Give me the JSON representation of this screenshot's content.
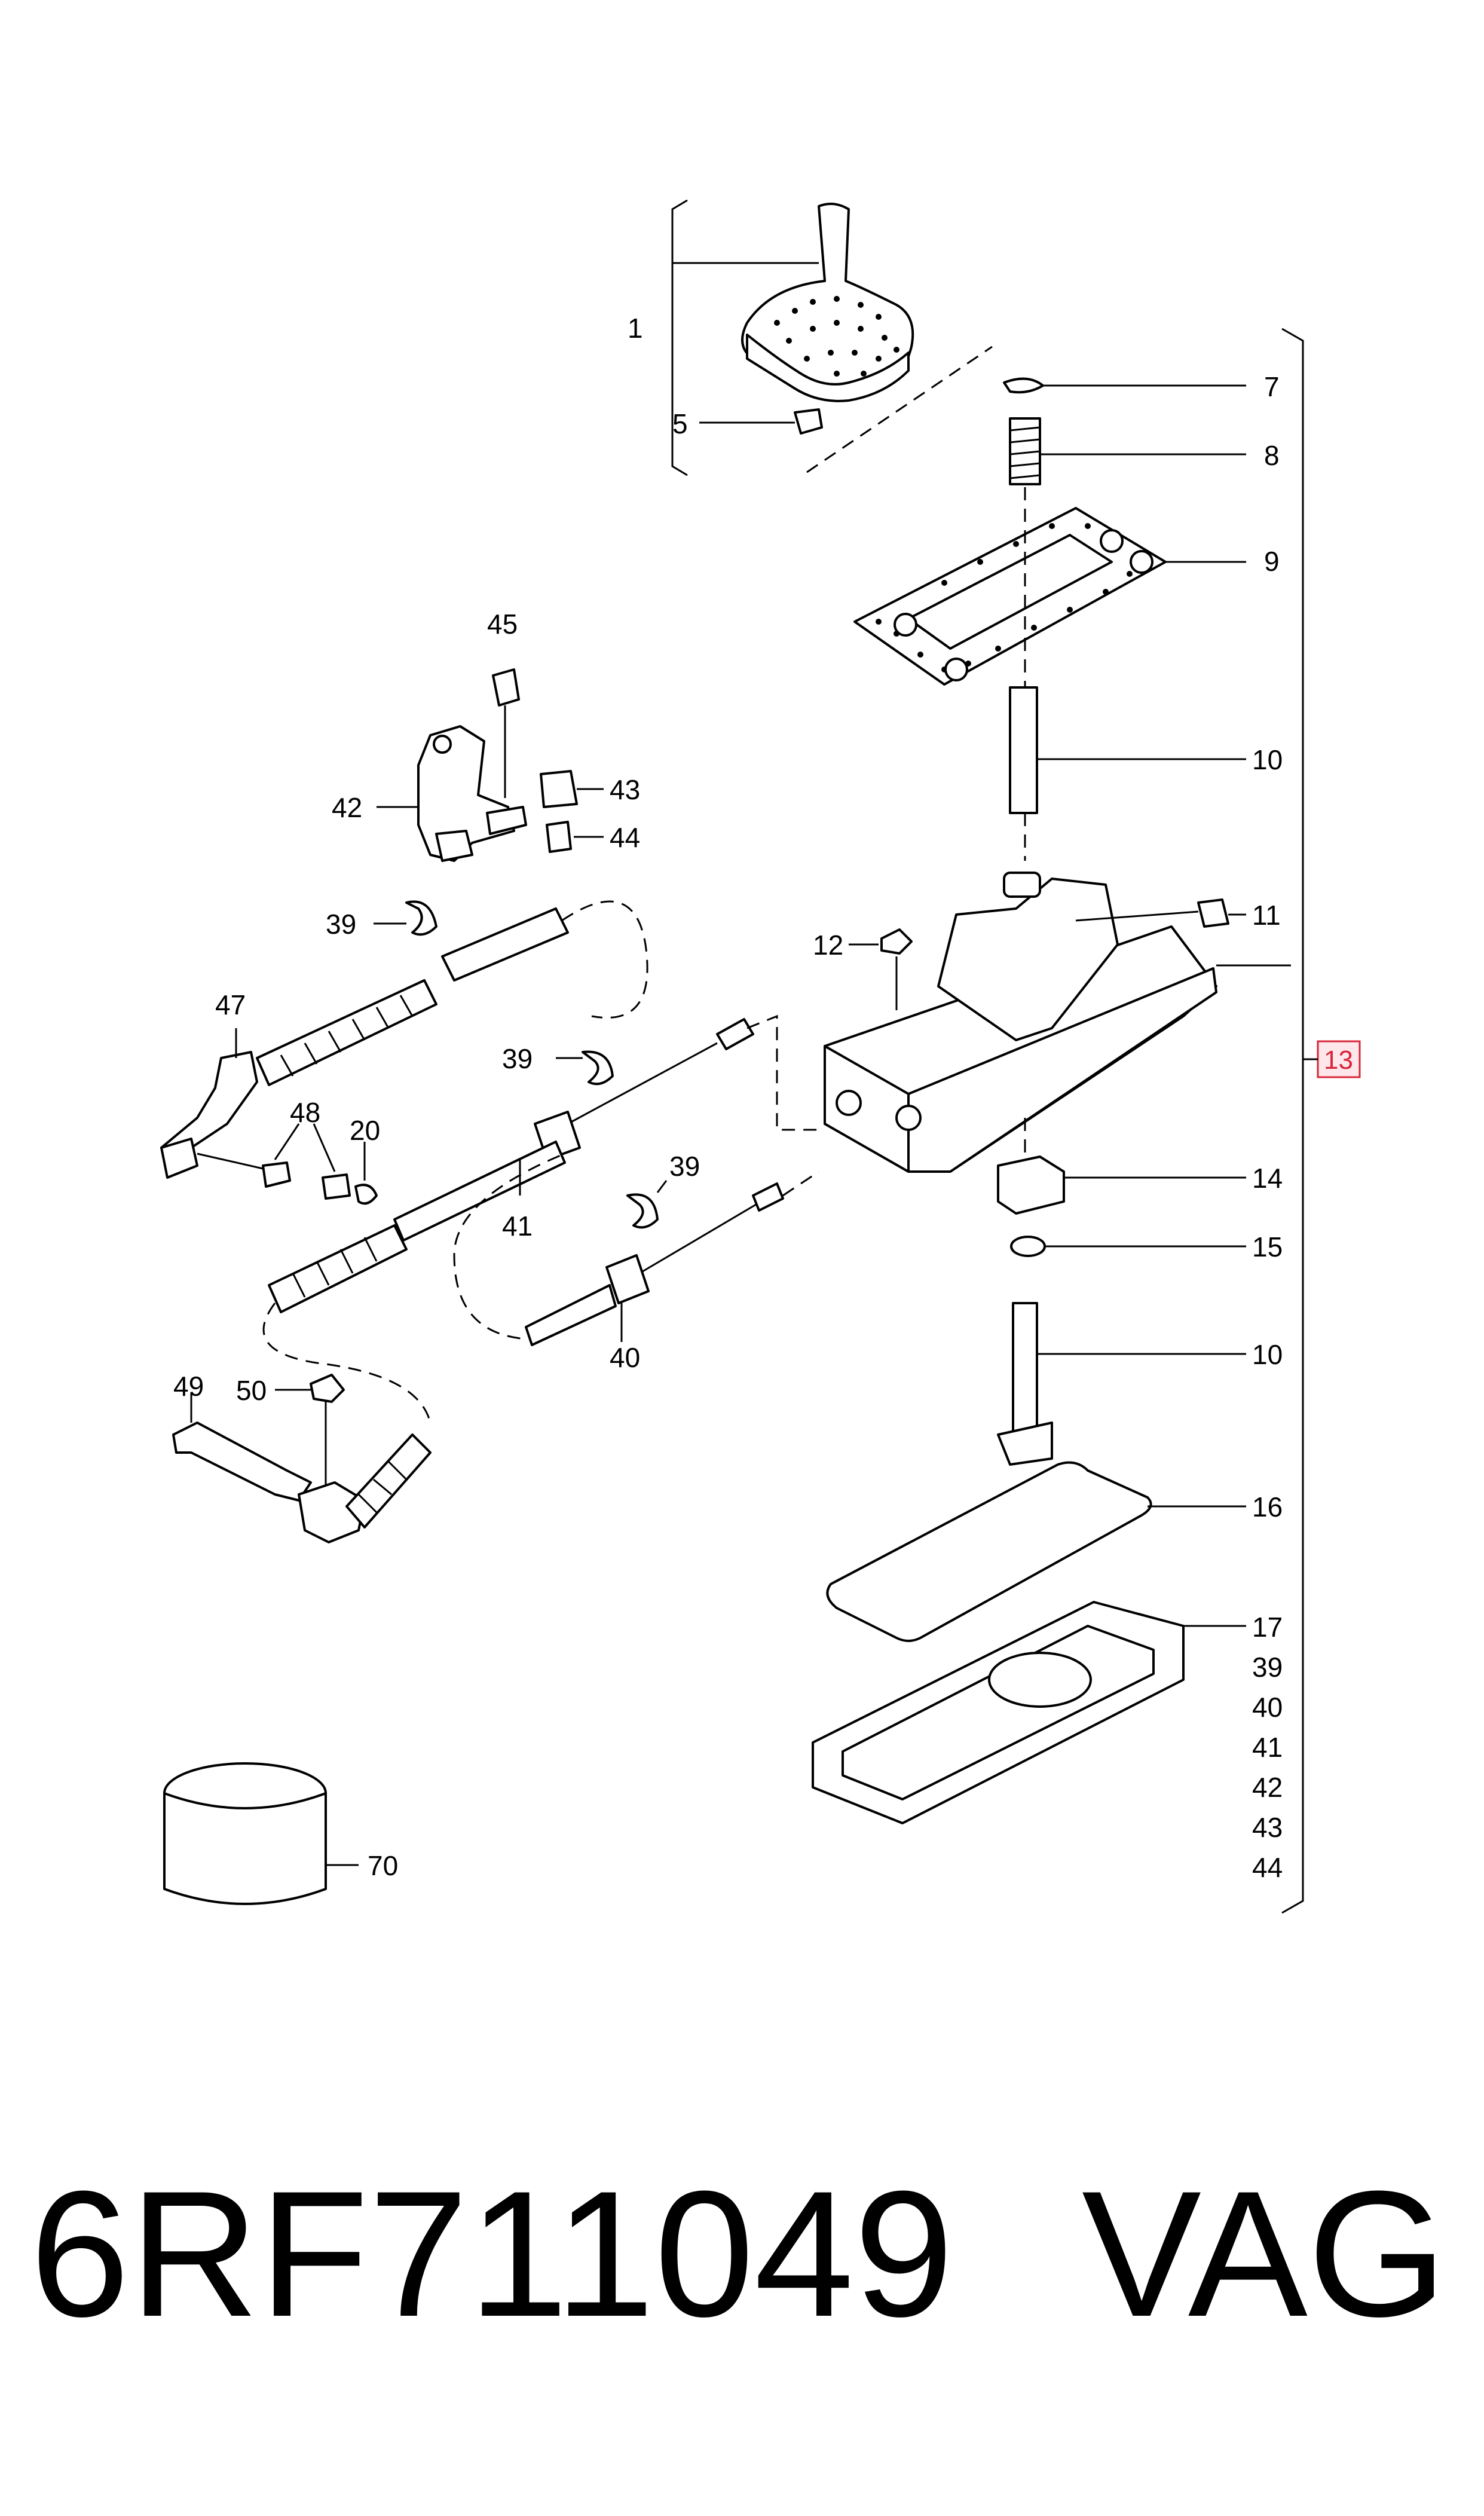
{
  "diagram": {
    "callouts": {
      "c1": "1",
      "c5": "5",
      "c7": "7",
      "c8": "8",
      "c9": "9",
      "c10a": "10",
      "c10b": "10",
      "c11": "11",
      "c12": "12",
      "c13": "13",
      "c14": "14",
      "c15": "15",
      "c16": "16",
      "c17": "17",
      "c20": "20",
      "c39a": "39",
      "c39b": "39",
      "c39c": "39",
      "c40": "40",
      "c41": "41",
      "c42": "42",
      "c43": "43",
      "c44": "44",
      "c45": "45",
      "c47": "47",
      "c48": "48",
      "c49": "49",
      "c50": "50",
      "c70": "70"
    },
    "set_contents": [
      "17",
      "39",
      "40",
      "41",
      "42",
      "43",
      "44"
    ],
    "reference_highlight_color": "#d9253a"
  },
  "caption": {
    "part_number": "6RF711049",
    "brand": "VAG"
  }
}
